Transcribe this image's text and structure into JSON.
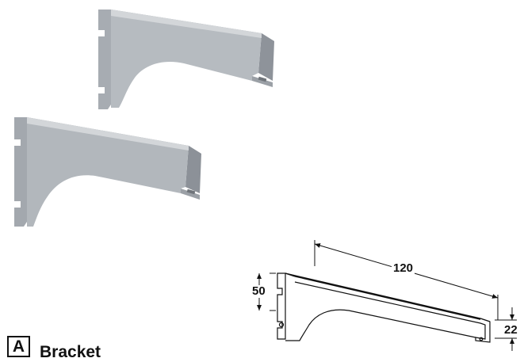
{
  "caption": {
    "letter": "A",
    "title": "Bracket"
  },
  "dimensions": {
    "length": "120",
    "height": "50",
    "depth": "22"
  },
  "colors": {
    "bracket_light": "#c0c4c8",
    "bracket_mid": "#a3a8ae",
    "bracket_dark": "#868b92",
    "line": "#111111"
  },
  "items": [
    {
      "name": "short-bracket-photo",
      "icon": "grey-shelf-bracket"
    },
    {
      "name": "long-bracket-photo",
      "icon": "grey-shelf-bracket"
    },
    {
      "name": "dimension-line-drawing",
      "icon": "bracket-line-drawing"
    }
  ]
}
